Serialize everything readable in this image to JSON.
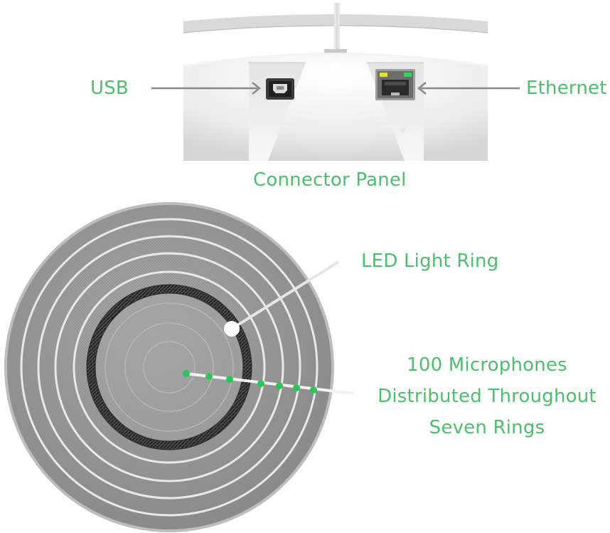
{
  "colors": {
    "label": "#4bbf6b",
    "leader": "#8a8a8a",
    "mic_dot": "#2fc45a",
    "fabric": "#9a9a9a",
    "ring_highlight": "#e8e8e8",
    "led_ring": "#3d3d3d"
  },
  "labels": {
    "usb": "USB",
    "ethernet": "Ethernet",
    "connector_panel": "Connector Panel",
    "led_light_ring": "LED Light Ring",
    "microphones": [
      "100 Microphones",
      "Distributed Throughout",
      "Seven Rings"
    ]
  },
  "icons": {
    "usb_port": "usb-b-port-icon",
    "ethernet_port": "rj45-port-icon"
  }
}
